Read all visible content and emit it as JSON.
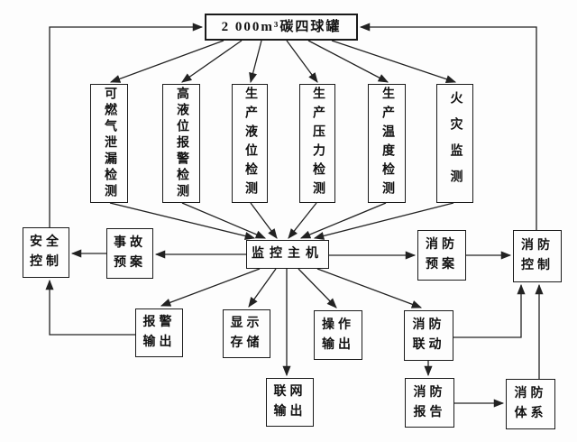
{
  "diagram": {
    "type": "flowchart",
    "nodes": {
      "tank": {
        "label": "2 000m³碳四球罐"
      },
      "detectors": [
        {
          "label": "可燃气泄漏检测"
        },
        {
          "label": "高液位报警检测"
        },
        {
          "label": "生产液位检测"
        },
        {
          "label": "生产压力检测"
        },
        {
          "label": "生产温度检测"
        },
        {
          "label": "火灾监测"
        }
      ],
      "host": {
        "label": "监控主机"
      },
      "accident_plan": {
        "label": "事故预案"
      },
      "safety_control": {
        "label": "安全控制"
      },
      "fire_plan": {
        "label": "消防预案"
      },
      "fire_control": {
        "label": "消防控制"
      },
      "alarm_output": {
        "label": "报警输出"
      },
      "display_storage": {
        "label": "显示存储"
      },
      "operation_output": {
        "label": "操作输出"
      },
      "fire_linkage": {
        "label": "消防联动"
      },
      "network_output": {
        "label": "联网输出"
      },
      "fire_report": {
        "label": "消防报告"
      },
      "fire_system": {
        "label": "消防体系"
      }
    },
    "edges": [
      "tank->each detector (6 arrows)",
      "each detector->host (6 arrows)",
      "host->accident_plan",
      "accident_plan->safety_control",
      "safety_control->tank (left loop)",
      "host->fire_plan",
      "fire_plan->fire_control",
      "fire_control->tank (right loop)",
      "host->alarm_output",
      "host->display_storage",
      "host->network_output",
      "host->operation_output",
      "host->fire_linkage",
      "alarm_output->safety_control (elbow up)",
      "fire_linkage->fire_report",
      "fire_linkage->fire_control (elbow up)",
      "fire_report->fire_system",
      "fire_system->fire_control (up)"
    ],
    "colors": {
      "background": "#fdfdfd",
      "line": "#222222",
      "box_border": "#1a1a1a",
      "text": "#111111"
    }
  }
}
